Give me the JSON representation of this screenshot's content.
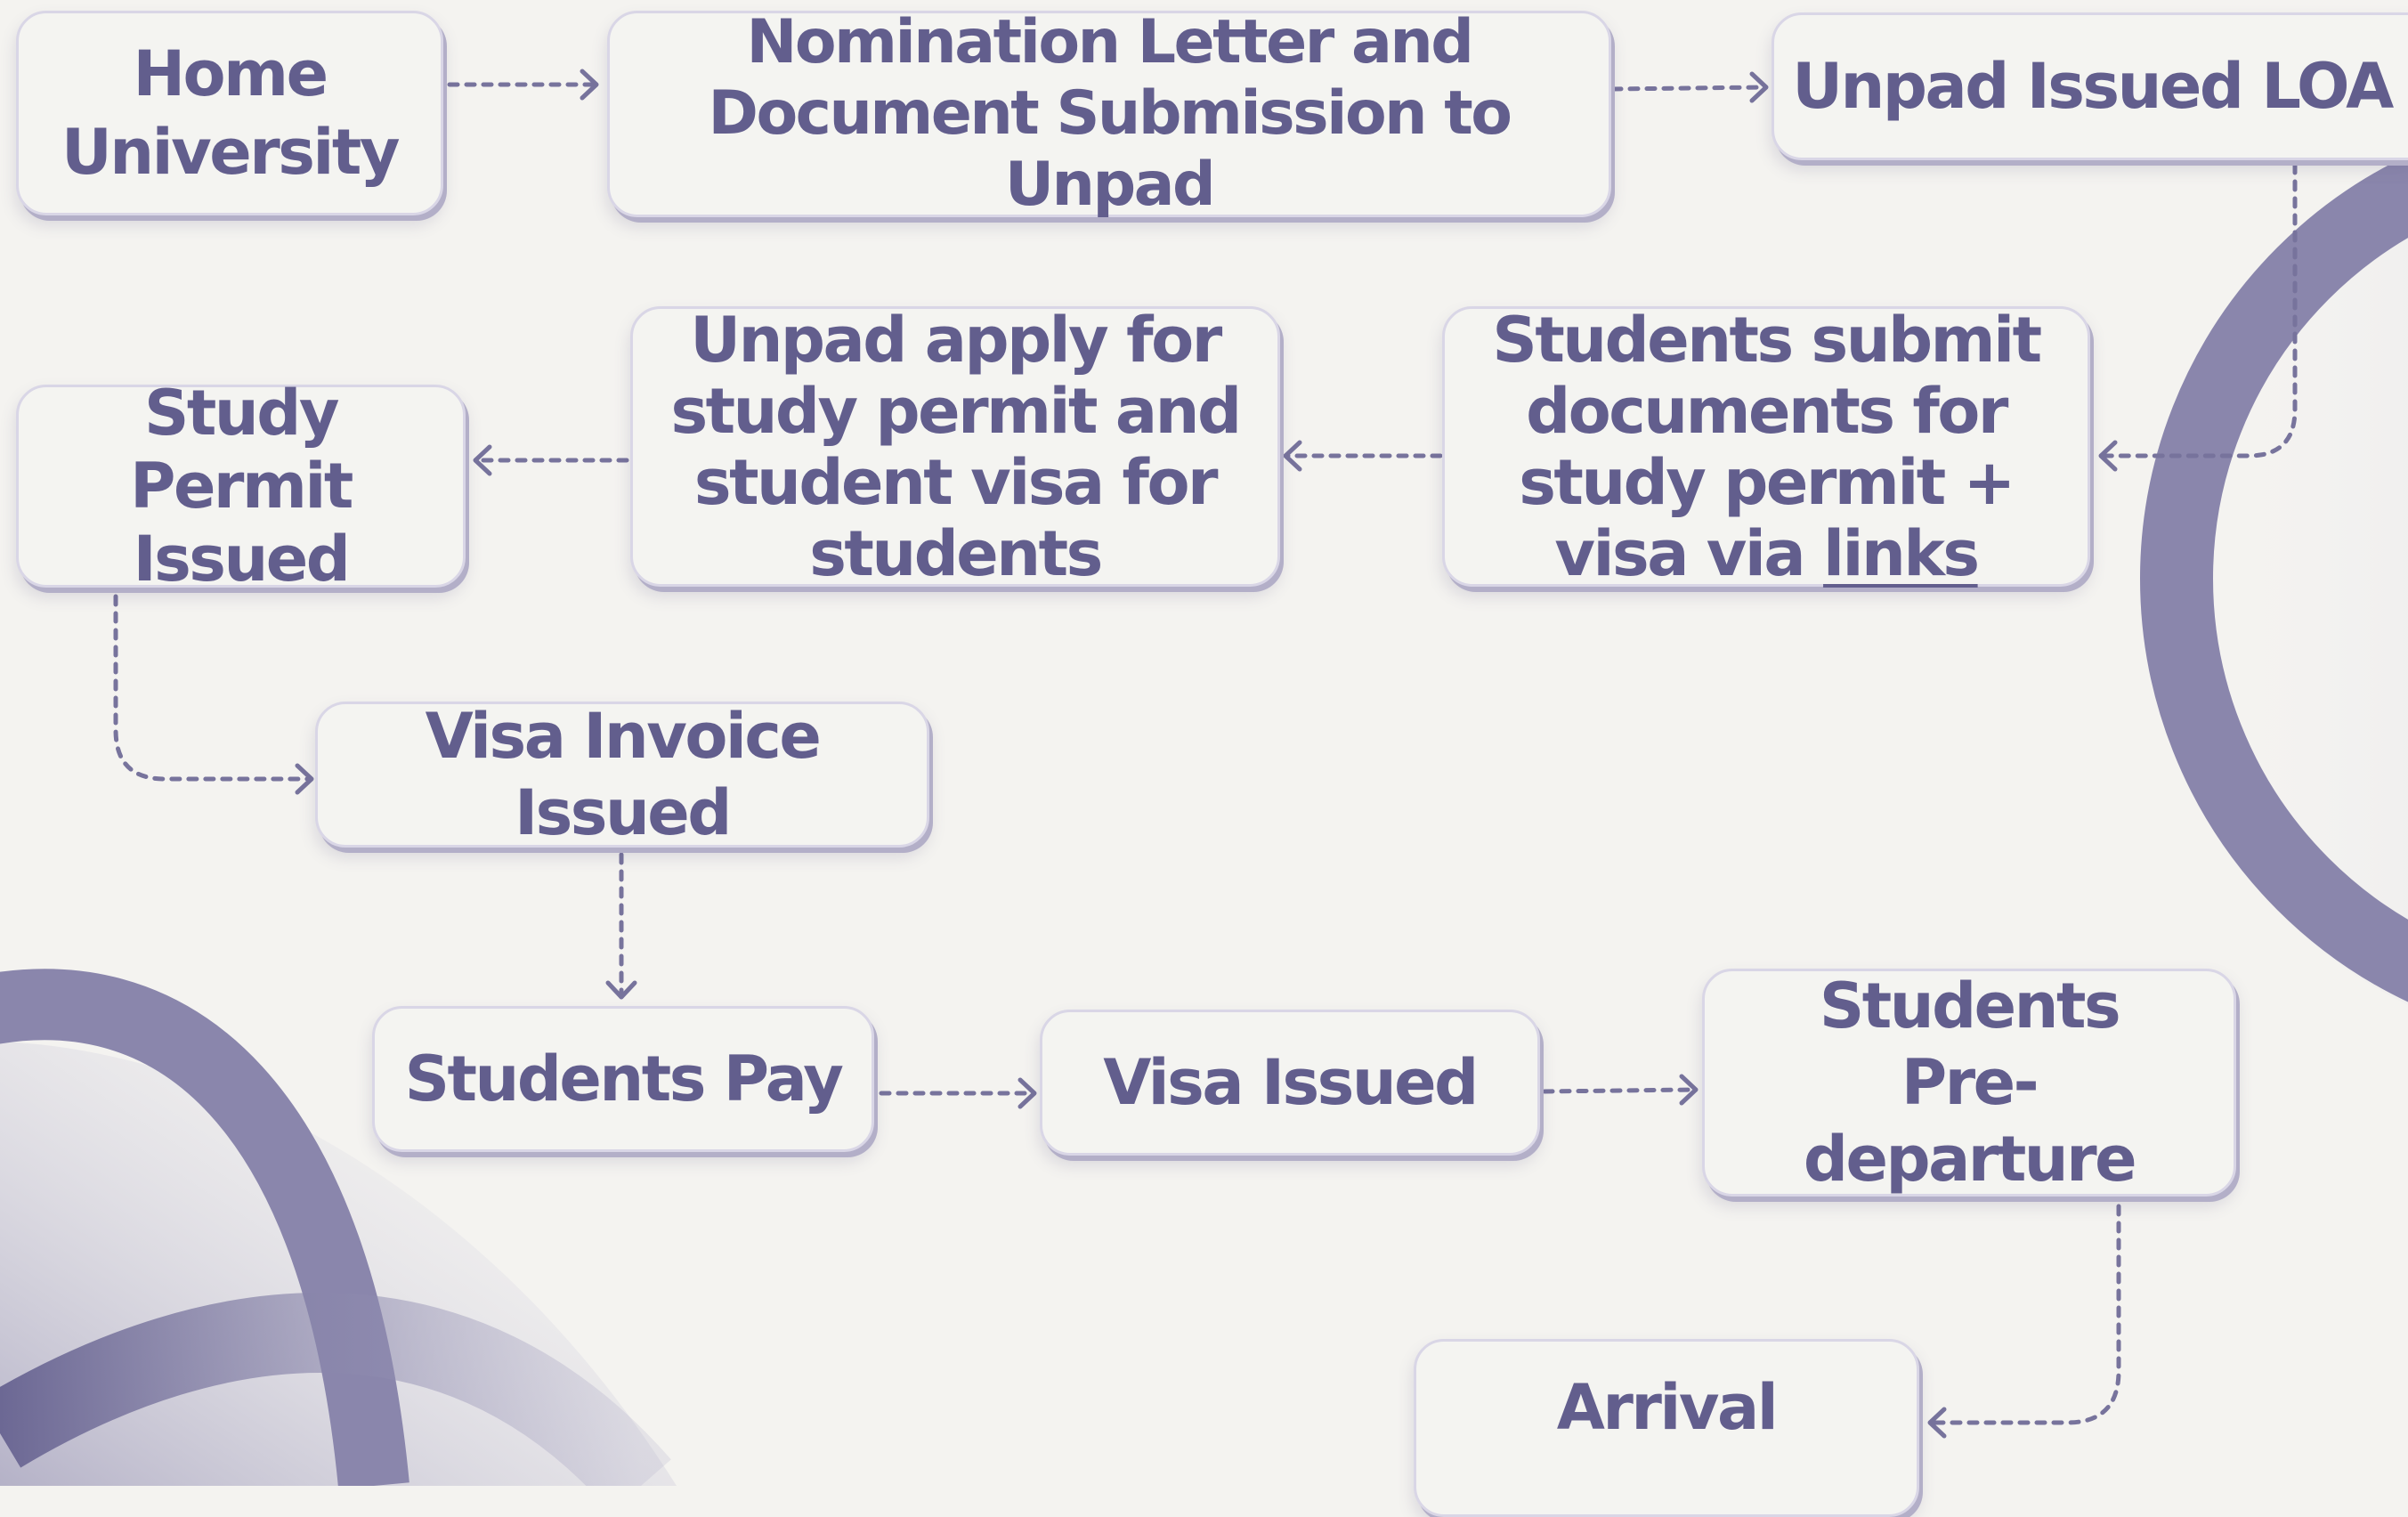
{
  "colors": {
    "background": "#f4f3f0",
    "box_fill": "#f4f4f1",
    "box_border": "#d9d6e6",
    "text": "#625e8d",
    "arrow": "#77739c",
    "decor_purple": "#8a86ac"
  },
  "nodes": {
    "home_university": {
      "label": "Home University"
    },
    "nomination_letter": {
      "label": "Nomination Letter and Document Submission to Unpad"
    },
    "unpad_issued_loa": {
      "label": "Unpad Issued LOA"
    },
    "students_submit_documents": {
      "label": "Students submit documents for study permit + visa via",
      "link_label": "links"
    },
    "unpad_apply_permit": {
      "label": "Unpad apply for study permit and student visa for students"
    },
    "study_permit_issued": {
      "label": "Study Permit Issued"
    },
    "visa_invoice_issued": {
      "label": "Visa Invoice Issued"
    },
    "students_pay": {
      "label": "Students Pay"
    },
    "visa_issued": {
      "label": "Visa Issued"
    },
    "students_predeparture": {
      "label": "Students Pre-departure"
    },
    "arrival": {
      "label": "Arrival"
    }
  },
  "edges": [
    {
      "from": "home_university",
      "to": "nomination_letter"
    },
    {
      "from": "nomination_letter",
      "to": "unpad_issued_loa"
    },
    {
      "from": "unpad_issued_loa",
      "to": "students_submit_documents"
    },
    {
      "from": "students_submit_documents",
      "to": "unpad_apply_permit"
    },
    {
      "from": "unpad_apply_permit",
      "to": "study_permit_issued"
    },
    {
      "from": "study_permit_issued",
      "to": "visa_invoice_issued"
    },
    {
      "from": "visa_invoice_issued",
      "to": "students_pay"
    },
    {
      "from": "students_pay",
      "to": "visa_issued"
    },
    {
      "from": "visa_issued",
      "to": "students_predeparture"
    },
    {
      "from": "students_predeparture",
      "to": "arrival"
    }
  ]
}
